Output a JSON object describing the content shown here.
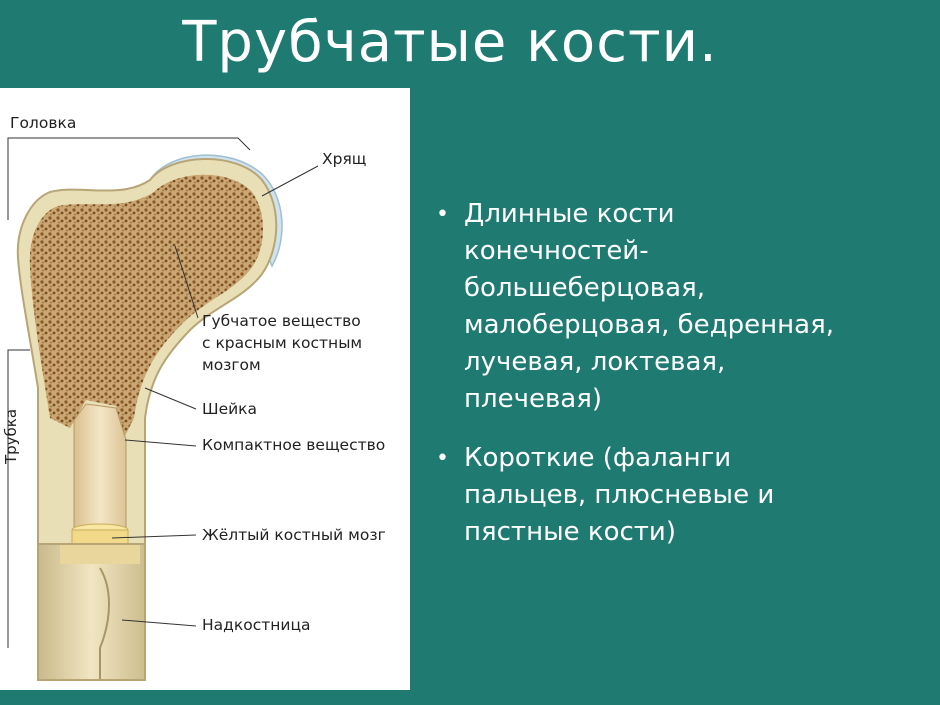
{
  "title": "Трубчатые кости.",
  "labels": {
    "head": "Головка",
    "cartilage": "Хрящ",
    "spongy_1": "Губчатое вещество",
    "spongy_2": "с красным костным",
    "spongy_3": "мозгом",
    "neck": "Шейка",
    "compact": "Компактное вещество",
    "yellow_marrow": "Жёлтый костный мозг",
    "periosteum": "Надкостница",
    "tube": "Трубка"
  },
  "bullets": [
    {
      "lines": [
        "Длинные кости",
        "конечностей-",
        "большеберцовая,",
        "малоберцовая, бедренная,",
        "лучевая, локтевая,",
        "плечевая)"
      ]
    },
    {
      "lines": [
        "Короткие (фаланги",
        "пальцев, плюсневые и",
        "пястные кости)"
      ]
    }
  ],
  "colors": {
    "background": "#1f7b72",
    "bone": "#e8dcb0",
    "spongy": "#9a6a3a",
    "cartilage": "#cfe3ee",
    "marrow": "#f2d98a"
  }
}
